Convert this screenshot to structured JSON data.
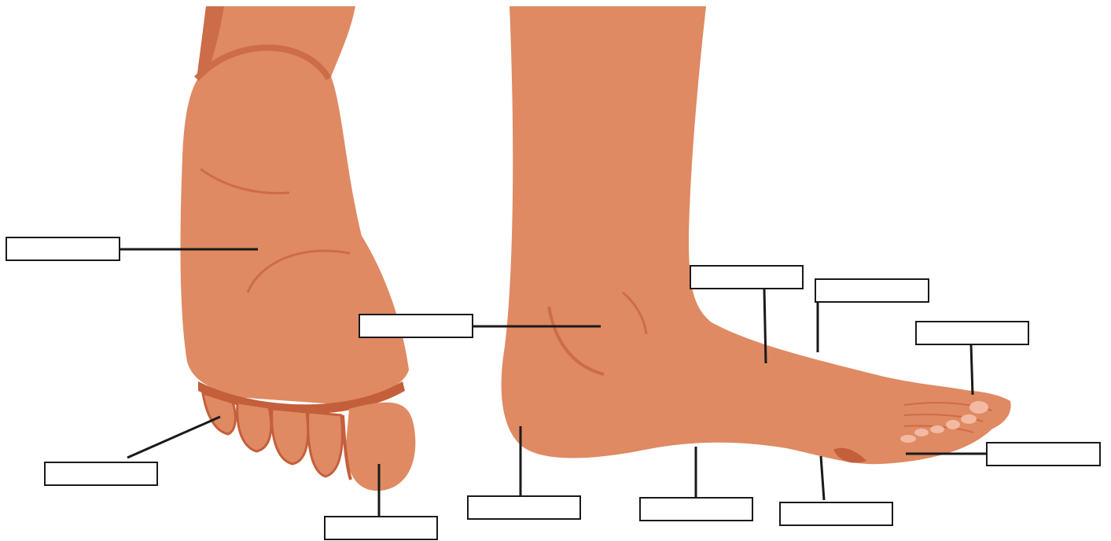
{
  "diagram": {
    "figures": [
      "foot-sole",
      "foot-side"
    ],
    "colors": {
      "skin": "#df8a63",
      "skin_shadow": "#cd6c48",
      "skin_dark": "#c45f3b",
      "toenail": "#f3b9a2",
      "line": "#1a1a1a",
      "box_border": "#1a1a1a",
      "box_fill": "#ffffff"
    },
    "labels": [
      {
        "id": "label-1",
        "text": ""
      },
      {
        "id": "label-2",
        "text": ""
      },
      {
        "id": "label-3",
        "text": ""
      },
      {
        "id": "label-4",
        "text": ""
      },
      {
        "id": "label-5",
        "text": ""
      },
      {
        "id": "label-6",
        "text": ""
      },
      {
        "id": "label-7",
        "text": ""
      },
      {
        "id": "label-8",
        "text": ""
      },
      {
        "id": "label-9",
        "text": ""
      },
      {
        "id": "label-10",
        "text": ""
      },
      {
        "id": "label-11",
        "text": ""
      },
      {
        "id": "label-12",
        "text": ""
      }
    ]
  }
}
